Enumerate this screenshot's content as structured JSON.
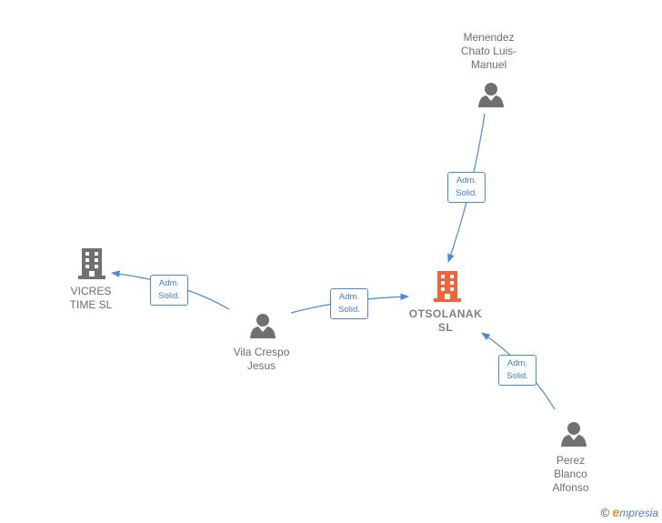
{
  "nodes": [
    {
      "id": "otsolanak",
      "label": "OTSOLANAK SL",
      "type": "company",
      "main": true
    },
    {
      "id": "vicres",
      "label": "VICRES TIME SL",
      "type": "company",
      "main": false
    },
    {
      "id": "menendez",
      "label": "Menendez Chato Luis-Manuel",
      "type": "person"
    },
    {
      "id": "vila",
      "label": "Vila Crespo Jesus",
      "type": "person"
    },
    {
      "id": "perez",
      "label": "Perez Blanco Alfonso",
      "type": "person"
    }
  ],
  "edges": [
    {
      "from": "menendez",
      "to": "otsolanak",
      "label_line1": "Adm.",
      "label_line2": "Solid."
    },
    {
      "from": "vila",
      "to": "vicres",
      "label_line1": "Adm.",
      "label_line2": "Solid."
    },
    {
      "from": "vila",
      "to": "otsolanak",
      "label_line1": "Adm.",
      "label_line2": "Solid."
    },
    {
      "from": "perez",
      "to": "otsolanak",
      "label_line1": "Adm.",
      "label_line2": "Solid."
    }
  ],
  "labels": {
    "otsolanak_l1": "OTSOLANAK",
    "otsolanak_l2": "SL",
    "vicres_l1": "VICRES",
    "vicres_l2": "TIME SL",
    "menendez_l1": "Menendez",
    "menendez_l2": "Chato Luis-",
    "menendez_l3": "Manuel",
    "vila_l1": "Vila Crespo",
    "vila_l2": "Jesus",
    "perez_l1": "Perez",
    "perez_l2": "Blanco",
    "perez_l3": "Alfonso"
  },
  "footer": {
    "copyright": "©",
    "brand_first": "e",
    "brand_rest": "mpresia"
  },
  "icons": {
    "company": "building-icon",
    "person": "person-icon"
  },
  "colors": {
    "main_company": "#f0643c",
    "company": "#707070",
    "person": "#707070",
    "edge": "#4a8ad6"
  }
}
